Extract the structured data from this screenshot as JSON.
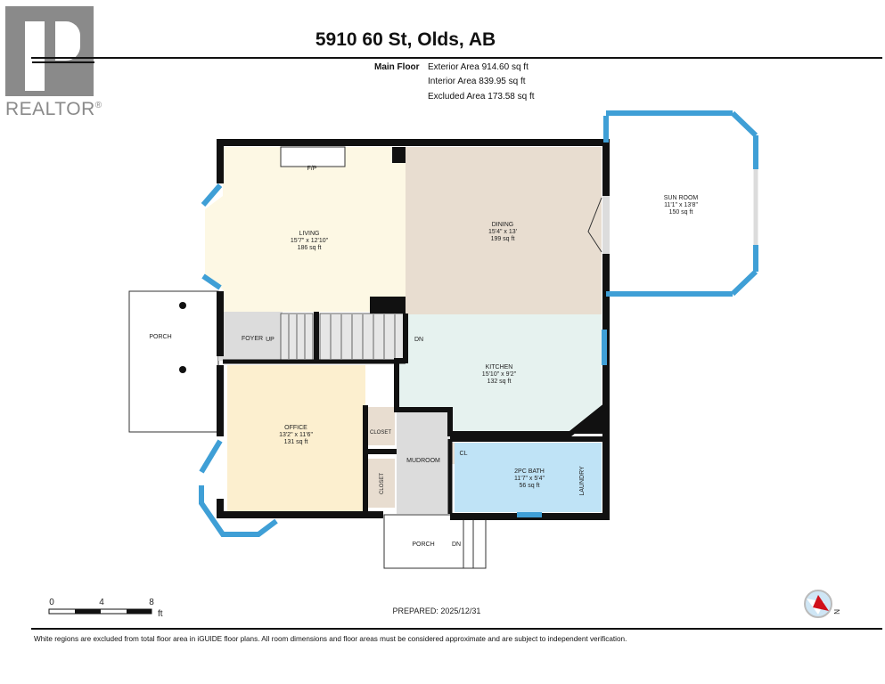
{
  "logo": {
    "text": "REALTOR",
    "mark": "®"
  },
  "title": "5910 60 St, Olds, AB",
  "floor": {
    "name": "Main Floor",
    "areas": [
      "Exterior Area 914.60 sq ft",
      "Interior Area 839.95 sq ft",
      "Excluded Area 173.58 sq ft"
    ]
  },
  "rooms": {
    "living": {
      "name": "LIVING",
      "dims": "15'7\" x 12'10\"",
      "area": "186 sq ft"
    },
    "dining": {
      "name": "DINING",
      "dims": "15'4\" x 13'",
      "area": "199 sq ft"
    },
    "sunroom": {
      "name": "SUN ROOM",
      "dims": "11'1\" x 13'8\"",
      "area": "150 sq ft"
    },
    "kitchen": {
      "name": "KITCHEN",
      "dims": "15'10\" x 9'2\"",
      "area": "132 sq ft"
    },
    "office": {
      "name": "OFFICE",
      "dims": "13'2\" x 11'6\"",
      "area": "131 sq ft"
    },
    "bath": {
      "name": "2PC BATH",
      "dims": "11'7\" x 5'4\"",
      "area": "56 sq ft"
    }
  },
  "labels": {
    "fp": "F/P",
    "foyer": "FOYER",
    "up": "UP",
    "dn": "DN",
    "porch_left": "PORCH",
    "closet1": "CLOSET",
    "closet2": "CLOSET",
    "mudroom": "MUDROOM",
    "cl": "CL",
    "laundry": "LAUNDRY",
    "porch_bottom": "PORCH",
    "porch_dn": "DN"
  },
  "scale": {
    "ticks": [
      "0",
      "4",
      "8"
    ],
    "unit": "ft"
  },
  "prepared": "PREPARED: 2025/12/31",
  "compass": {
    "label": "N",
    "icon": "compass-icon"
  },
  "disclaimer": "White regions are excluded from total floor area in iGUIDE floor plans. All room dimensions and floor areas must be considered approximate and are subject to independent verification.",
  "colors": {
    "living": "#fdf8e4",
    "dining": "#e8ddd0",
    "kitchen": "#e6f2ef",
    "office": "#fcefcf",
    "bath": "#bfe3f6",
    "gray": "#dcdcdc",
    "window": "#3f9fd6",
    "wall": "#111111"
  }
}
